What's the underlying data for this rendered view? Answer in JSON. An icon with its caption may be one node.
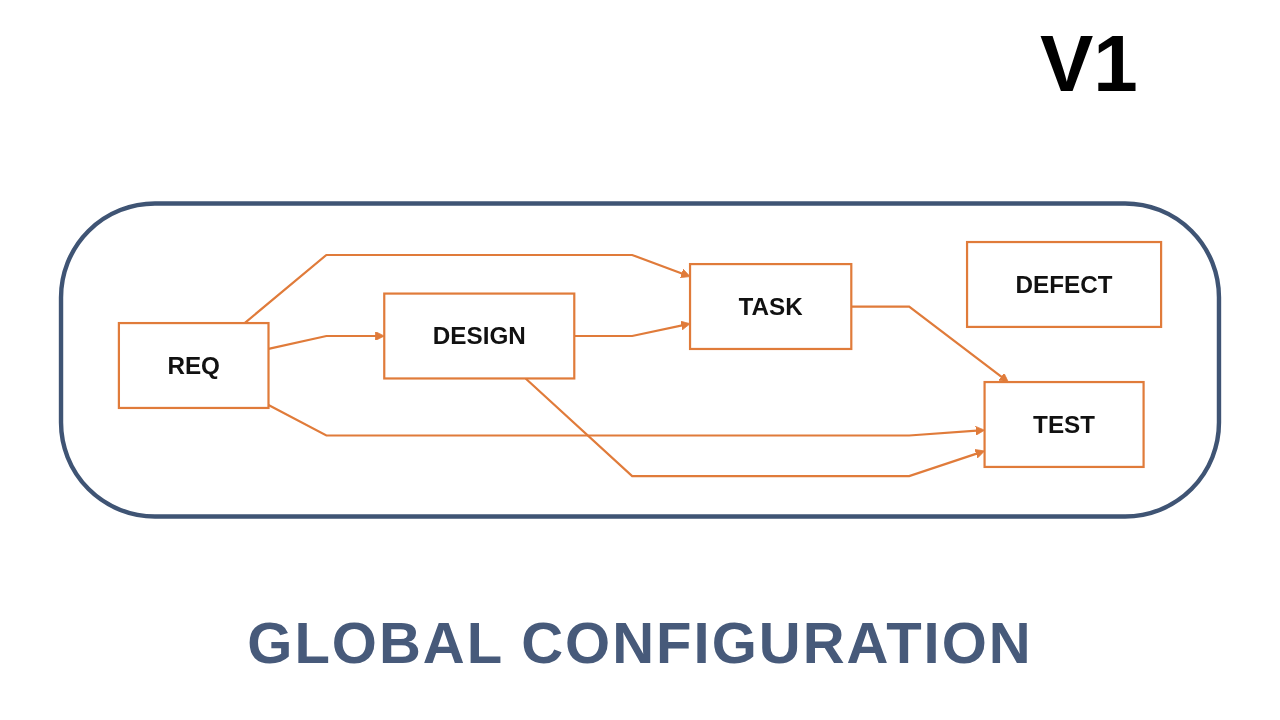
{
  "diagram": {
    "caption": "GLOBAL CONFIGURATION",
    "nodes": [
      {
        "text": [],
        "shape": "ellipse"
      },
      {
        "text": [
          "DEFECT"
        ],
        "in": 0
      },
      {
        "text": [
          "TASK"
        ],
        "in": 0
      },
      {
        "text": [
          "REQ"
        ],
        "in": 0
      },
      {
        "text": [
          "TEST"
        ],
        "in": 0
      },
      {
        "text": [
          "DESIGN"
        ],
        "in": 0
      }
    ],
    "edges": [
      {
        "from": 3,
        "to": 2,
        "arrow": "to"
      },
      {
        "from": 2,
        "to": 4,
        "arrow": "to"
      },
      {
        "from": 3,
        "to": 4,
        "arrow": "to"
      },
      {
        "from": 5,
        "to": 2,
        "arrow": "to"
      },
      {
        "from": 3,
        "to": 5,
        "arrow": "to"
      },
      {
        "from": 5,
        "to": 4,
        "arrow": "to"
      }
    ],
    "labels": [
      "V1"
    ]
  }
}
